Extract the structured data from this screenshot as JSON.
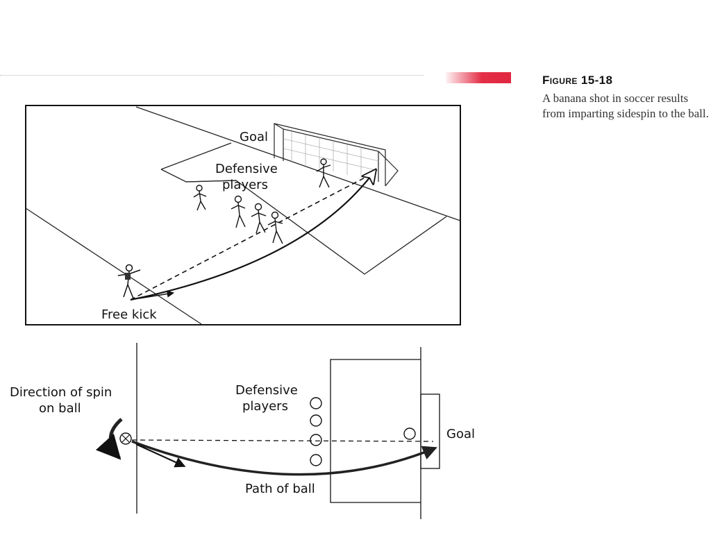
{
  "caption": {
    "figure_label": "Figure 15-18",
    "text": "A banana shot in soccer results from imparting sidespin to the ball."
  },
  "top_diagram": {
    "goal_label": "Goal",
    "defenders_label_line1": "Defensive",
    "defenders_label_line2": "players",
    "free_kick_label": "Free kick"
  },
  "bottom_diagram": {
    "spin_label_line1": "Direction of spin",
    "spin_label_line2": "on ball",
    "defenders_label_line1": "Defensive",
    "defenders_label_line2": "players",
    "goal_label": "Goal",
    "path_label": "Path of ball"
  },
  "colors": {
    "accent": "#e32f47",
    "ink": "#111111"
  }
}
